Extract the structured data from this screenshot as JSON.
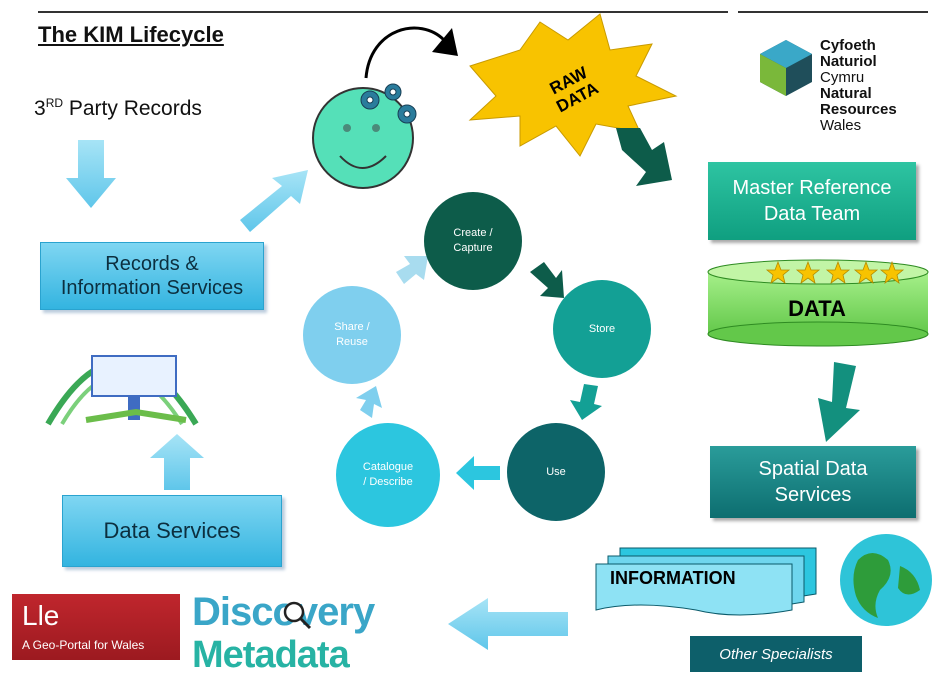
{
  "title": "The KIM Lifecycle",
  "third_party": {
    "main": "3",
    "sup": "RD",
    "rest": " Party Records"
  },
  "raw_data": [
    "RAW",
    "DATA"
  ],
  "records_services": [
    "Records &",
    "Information Services"
  ],
  "data_services": "Data Services",
  "master_reference": [
    "Master Reference",
    "Data Team"
  ],
  "data_label": "DATA",
  "spatial_services": [
    "Spatial Data",
    "Services"
  ],
  "information": "INFORMATION",
  "other_specialists": "Other Specialists",
  "lifecycle": {
    "create": [
      "Create /",
      "Capture"
    ],
    "store": "Store",
    "use": "Use",
    "catalogue": [
      "Catalogue",
      "/ Describe"
    ],
    "share": [
      "Share /",
      "Reuse"
    ]
  },
  "nrw_logo": [
    "Cyfoeth",
    "Naturiol",
    "Cymru",
    "Natural",
    "Resources",
    "Wales"
  ],
  "lle": {
    "name": "Lle",
    "tagline": "A Geo-Portal for Wales"
  },
  "discovery_metadata": [
    "Discovery",
    "Metadata"
  ],
  "colors": {
    "light_blue": "#33b4e0",
    "teal_green": "#13a095",
    "dark_green": "#0d5c4a",
    "raw_data_star": "#f8c300",
    "lle_red": "#b0222a"
  }
}
